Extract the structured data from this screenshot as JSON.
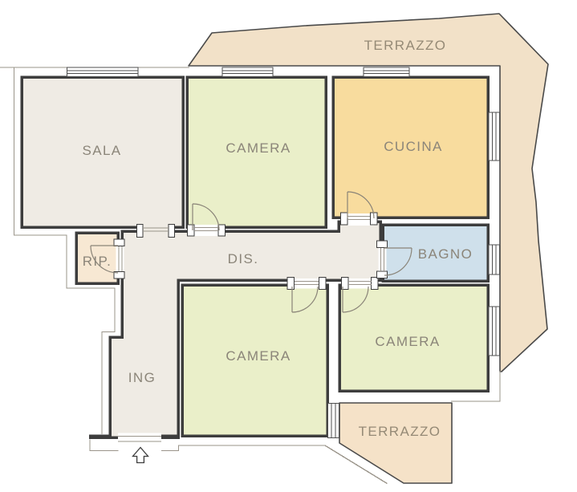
{
  "plan": {
    "title": "Apartment floor plan",
    "rooms": [
      {
        "key": "terrazzo_top",
        "label": "TERRAZZO",
        "fill": "#f2e1c8"
      },
      {
        "key": "sala",
        "label": "SALA",
        "fill": "#efebe4"
      },
      {
        "key": "camera_top",
        "label": "CAMERA",
        "fill": "#eaefc9"
      },
      {
        "key": "cucina",
        "label": "CUCINA",
        "fill": "#f8dc9e"
      },
      {
        "key": "rip",
        "label": "RIP.",
        "fill": "#f7e8d3"
      },
      {
        "key": "dis",
        "label": "DIS.",
        "fill": "#efebe4"
      },
      {
        "key": "bagno",
        "label": "BAGNO",
        "fill": "#cfe0eb"
      },
      {
        "key": "camera_mid",
        "label": "CAMERA",
        "fill": "#eaefc9"
      },
      {
        "key": "camera_right",
        "label": "CAMERA",
        "fill": "#eaefc9"
      },
      {
        "key": "ing",
        "label": "ING",
        "fill": "#efebe4"
      },
      {
        "key": "terrazzo_bottom",
        "label": "TERRAZZO",
        "fill": "#f5e2c8"
      }
    ],
    "colors": {
      "wall": "#3d3d3d",
      "terrazzo_border": "#4a4a4a",
      "thin_outline": "#9a948a",
      "door": "#8a8478",
      "window": "#4f4f4f",
      "label": "#8b8579",
      "background": "#ffffff"
    },
    "icons": {
      "entrance_arrow": "entrance-direction-arrow"
    }
  }
}
